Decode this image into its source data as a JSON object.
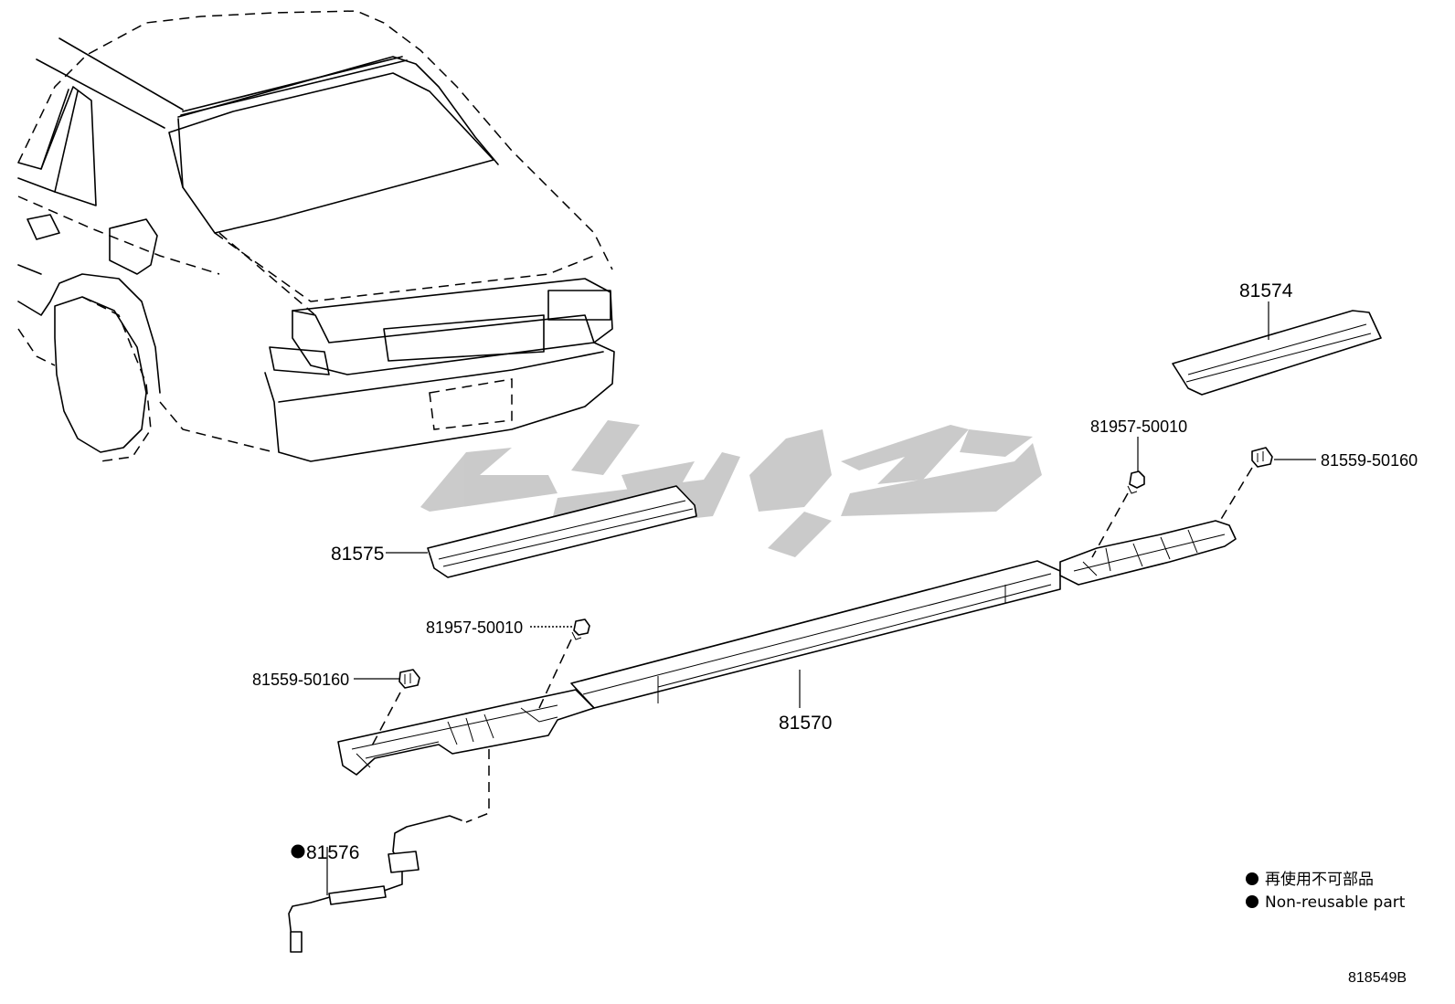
{
  "parts": {
    "p81574": "81574",
    "p81575": "81575",
    "p81570": "81570",
    "p81576": "81576",
    "clip_upper": "81957-50010",
    "clip_lower": "81957-50010",
    "nut_upper": "81559-50160",
    "nut_lower": "81559-50160"
  },
  "legend": {
    "japanese": "再使用不可部品",
    "english": "Non-reusable part"
  },
  "diagram_code": "818549B",
  "colors": {
    "line": "#000000",
    "watermark": "#c8c8c8",
    "background": "#ffffff"
  }
}
